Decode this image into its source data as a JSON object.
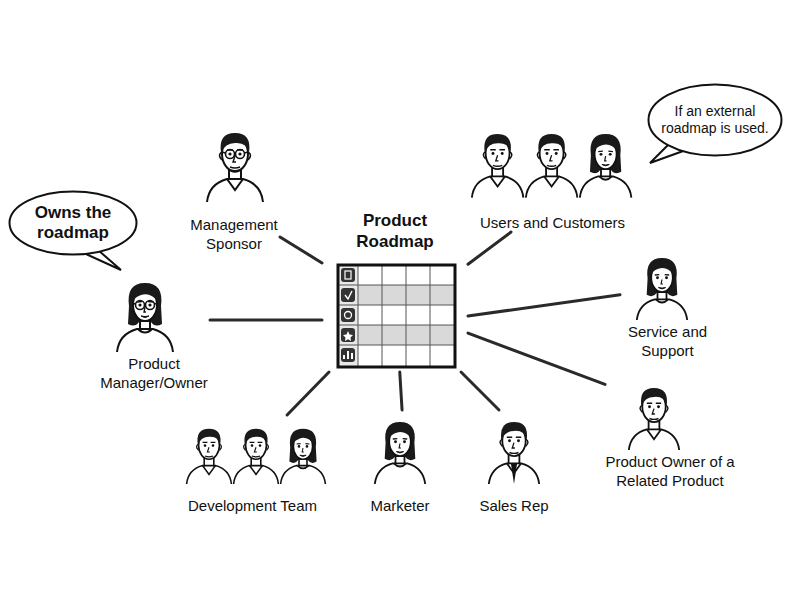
{
  "diagram": {
    "nodes": [
      {
        "text": [
          "Management Sponsor"
        ]
      },
      {
        "text": [
          "Product Roadmap"
        ]
      },
      {
        "text": [
          "Users and Customers"
        ]
      },
      {
        "text": [
          "If an external roadmap is used."
        ]
      },
      {
        "text": [
          "Owns the roadmap"
        ]
      },
      {
        "text": [
          "Product Manager/Owner"
        ]
      },
      {
        "text": [
          "Service and Support"
        ]
      },
      {
        "text": [
          "Development Team"
        ]
      },
      {
        "text": [
          "Marketer"
        ]
      },
      {
        "text": [
          "Sales Rep"
        ]
      },
      {
        "text": [
          "Product Owner of a Related Product"
        ]
      }
    ],
    "edges": [
      {
        "from": 1,
        "to": 0,
        "arrow": "none"
      },
      {
        "from": 1,
        "to": 2,
        "arrow": "none"
      },
      {
        "from": 1,
        "to": 5,
        "arrow": "none"
      },
      {
        "from": 1,
        "to": 6,
        "arrow": "none"
      },
      {
        "from": 1,
        "to": 7,
        "arrow": "none"
      },
      {
        "from": 1,
        "to": 8,
        "arrow": "none"
      },
      {
        "from": 1,
        "to": 9,
        "arrow": "none"
      },
      {
        "from": 1,
        "to": 10,
        "arrow": "none"
      }
    ]
  }
}
